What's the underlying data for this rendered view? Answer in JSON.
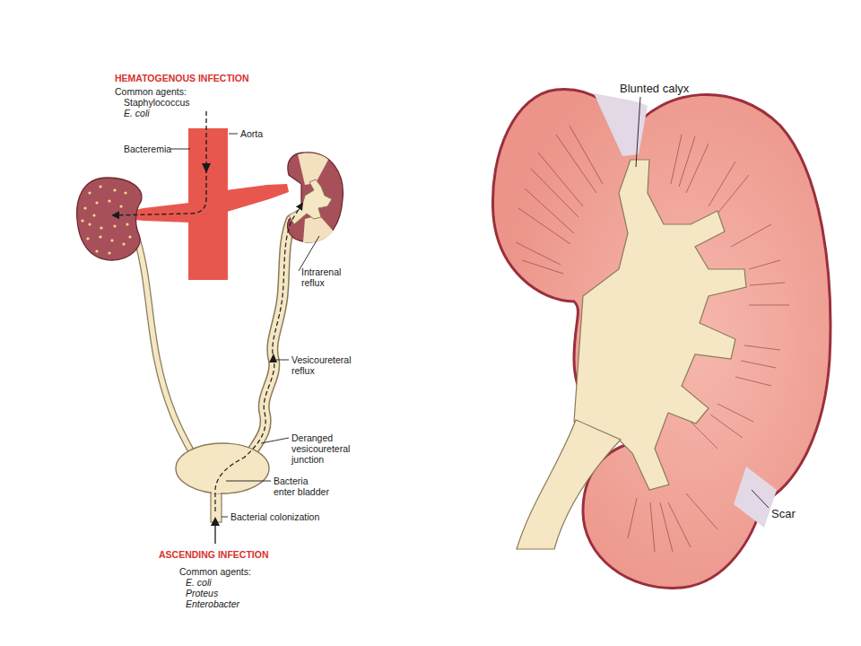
{
  "diagram": {
    "labels": [
      "HEMATOGENOUS INFECTION",
      "Common agents:",
      "Staphylococcus",
      "E. coli",
      "Aorta",
      "Bacteremia",
      "Intrarenal reflux",
      "Vesicoureteral reflux",
      "Deranged vesicoureteral junction",
      "Bacteria enter bladder",
      "Bacterial colonization",
      "ASCENDING INFECTION",
      "Common agents:",
      "E. coli",
      "Proteus",
      "Enterobacter",
      "Blunted calyx",
      "Scar"
    ]
  }
}
